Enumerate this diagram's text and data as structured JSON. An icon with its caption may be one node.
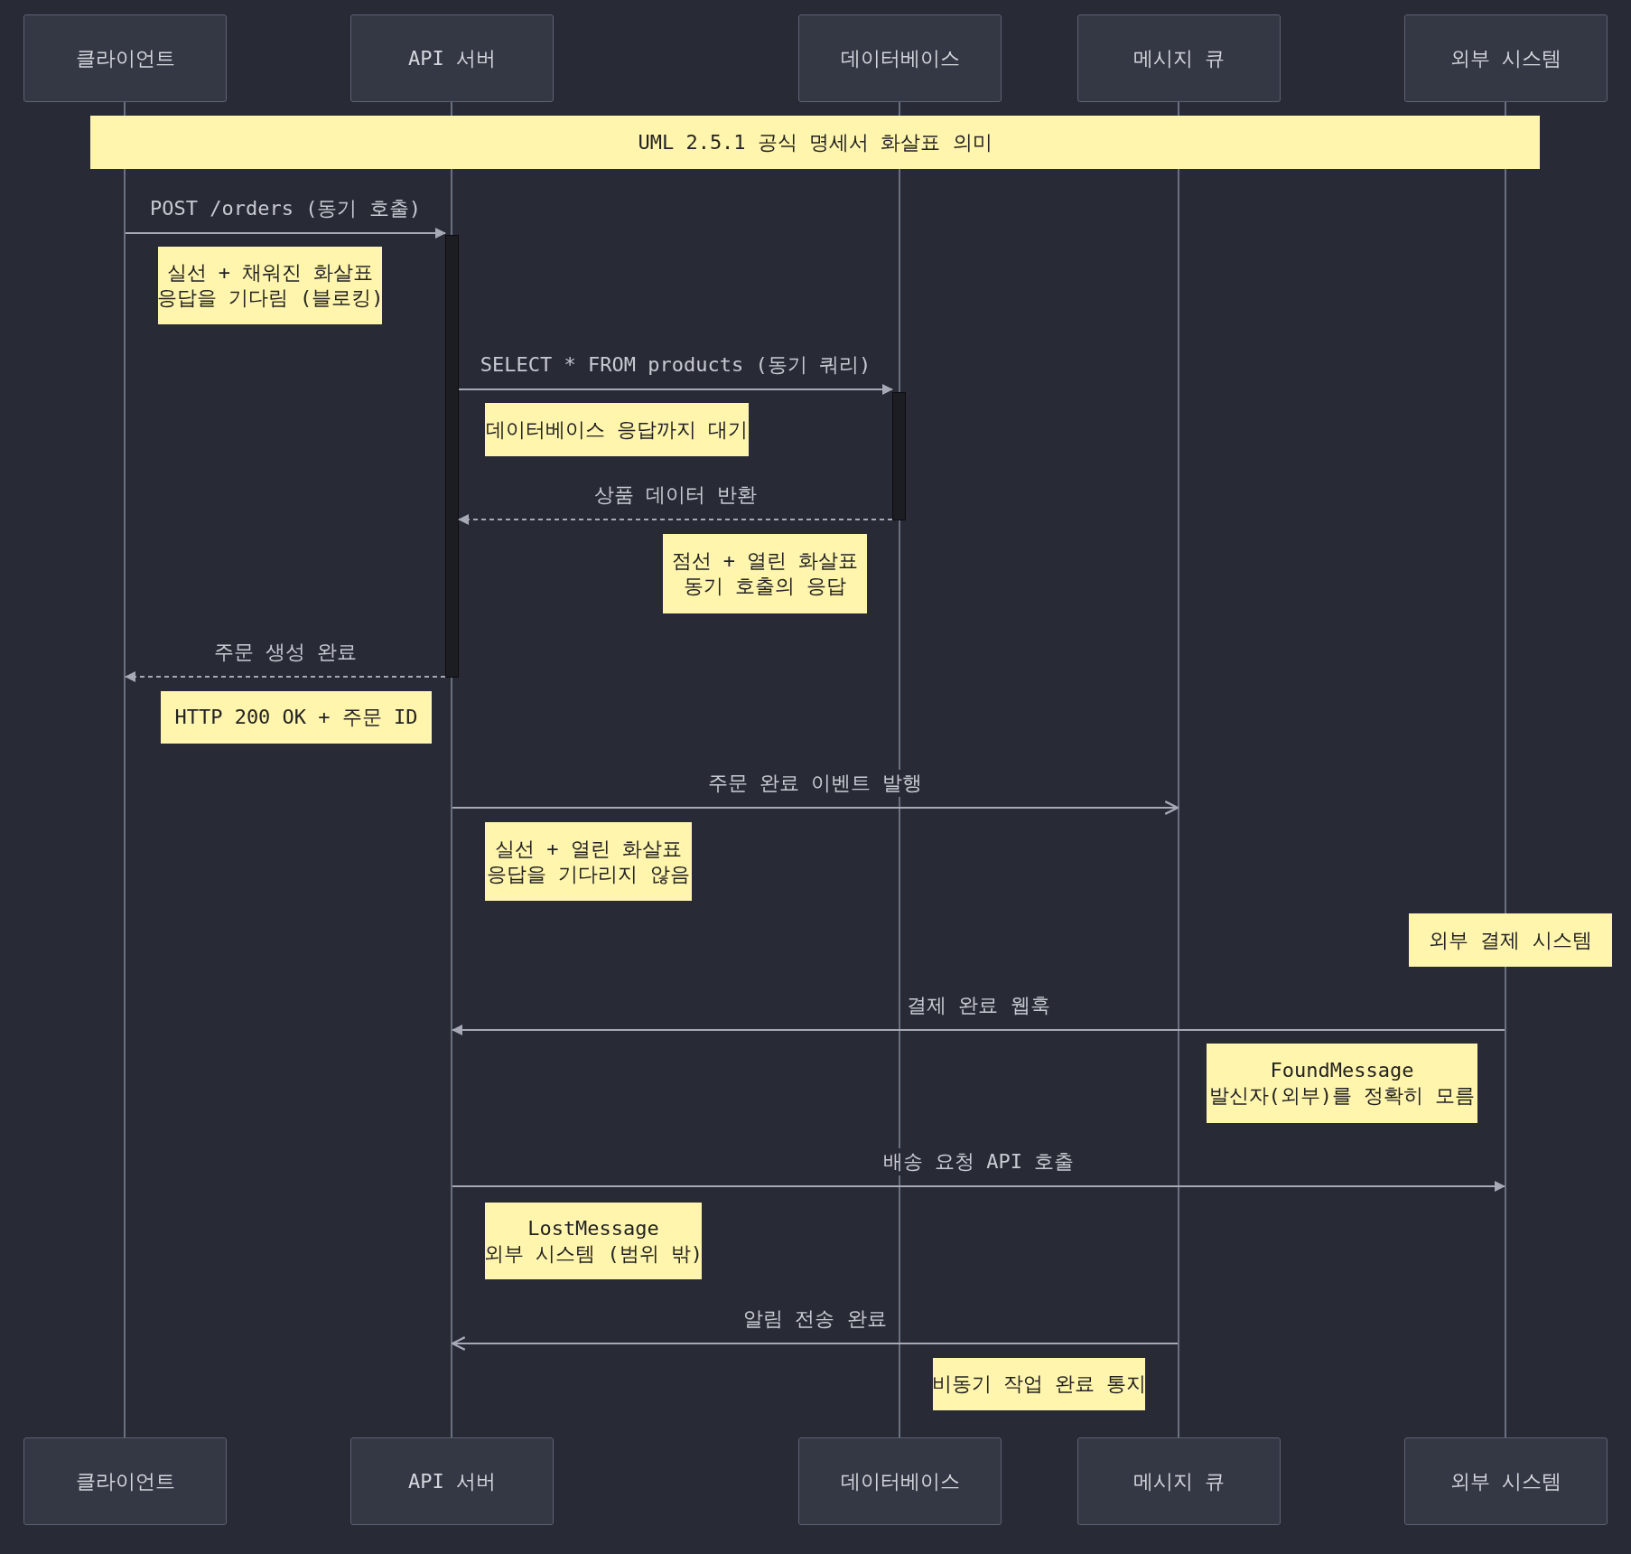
{
  "diagram": {
    "nodes": [
      {
        "text": [
          "클라이언트"
        ]
      },
      {
        "text": [
          "API 서버"
        ]
      },
      {
        "text": [
          "데이터베이스"
        ]
      },
      {
        "text": [
          "메시지 큐"
        ]
      },
      {
        "text": [
          "외부 시스템"
        ]
      },
      {
        "text": [],
        "shape": "line"
      },
      {
        "text": [],
        "shape": "line"
      },
      {
        "text": [],
        "shape": "line"
      },
      {
        "text": [],
        "shape": "line"
      },
      {
        "text": [],
        "shape": "line"
      },
      {
        "text": [
          "UML 2.5.1 공식 명세서 화살표 의미"
        ]
      },
      {
        "text": [],
        "shape": "bar"
      },
      {
        "text": [
          "실선 + 채워진 화살표",
          "응답을 기다림 (블로킹)"
        ]
      },
      {
        "text": [],
        "shape": "bar"
      },
      {
        "text": [
          "데이터베이스 응답까지 대기"
        ]
      },
      {
        "text": [
          "점선 + 열린 화살표",
          "동기 호출의 응답"
        ]
      },
      {
        "text": [
          "HTTP 200 OK + 주문 ID"
        ]
      },
      {
        "text": [
          "실선 + 열린 화살표",
          "응답을 기다리지 않음"
        ]
      },
      {
        "text": [
          "외부 결제 시스템"
        ]
      },
      {
        "text": [
          "FoundMessage",
          "발신자(외부)를 정확히 모름"
        ]
      },
      {
        "text": [
          "LostMessage",
          "외부 시스템 (범위 밖)"
        ]
      },
      {
        "text": [
          "비동기 작업 완료 통지"
        ]
      },
      {
        "text": [
          "클라이언트"
        ]
      },
      {
        "text": [
          "API 서버"
        ]
      },
      {
        "text": [
          "데이터베이스"
        ]
      },
      {
        "text": [
          "메시지 큐"
        ]
      },
      {
        "text": [
          "외부 시스템"
        ]
      }
    ],
    "edges": [
      {
        "from": 5,
        "to": 11,
        "arrow": "to",
        "label": "POST /orders (동기 호출)"
      },
      {
        "from": 11,
        "to": 13,
        "arrow": "to",
        "label": "SELECT * FROM products (동기 쿼리)"
      },
      {
        "from": 13,
        "to": 11,
        "arrow": "to",
        "label": "상품 데이터 반환",
        "style": "dashed"
      },
      {
        "from": 11,
        "to": 5,
        "arrow": "to",
        "label": "주문 생성 완료",
        "style": "dashed"
      },
      {
        "from": 6,
        "to": 8,
        "arrow": "to",
        "label": "주문 완료 이벤트 발행"
      },
      {
        "from": 9,
        "to": 6,
        "arrow": "to",
        "label": "결제 완료 웹훅"
      },
      {
        "from": 6,
        "to": 9,
        "arrow": "to",
        "label": "배송 요청 API 호출"
      },
      {
        "from": 8,
        "to": 6,
        "arrow": "to",
        "label": "알림 전송 완료"
      }
    ]
  }
}
